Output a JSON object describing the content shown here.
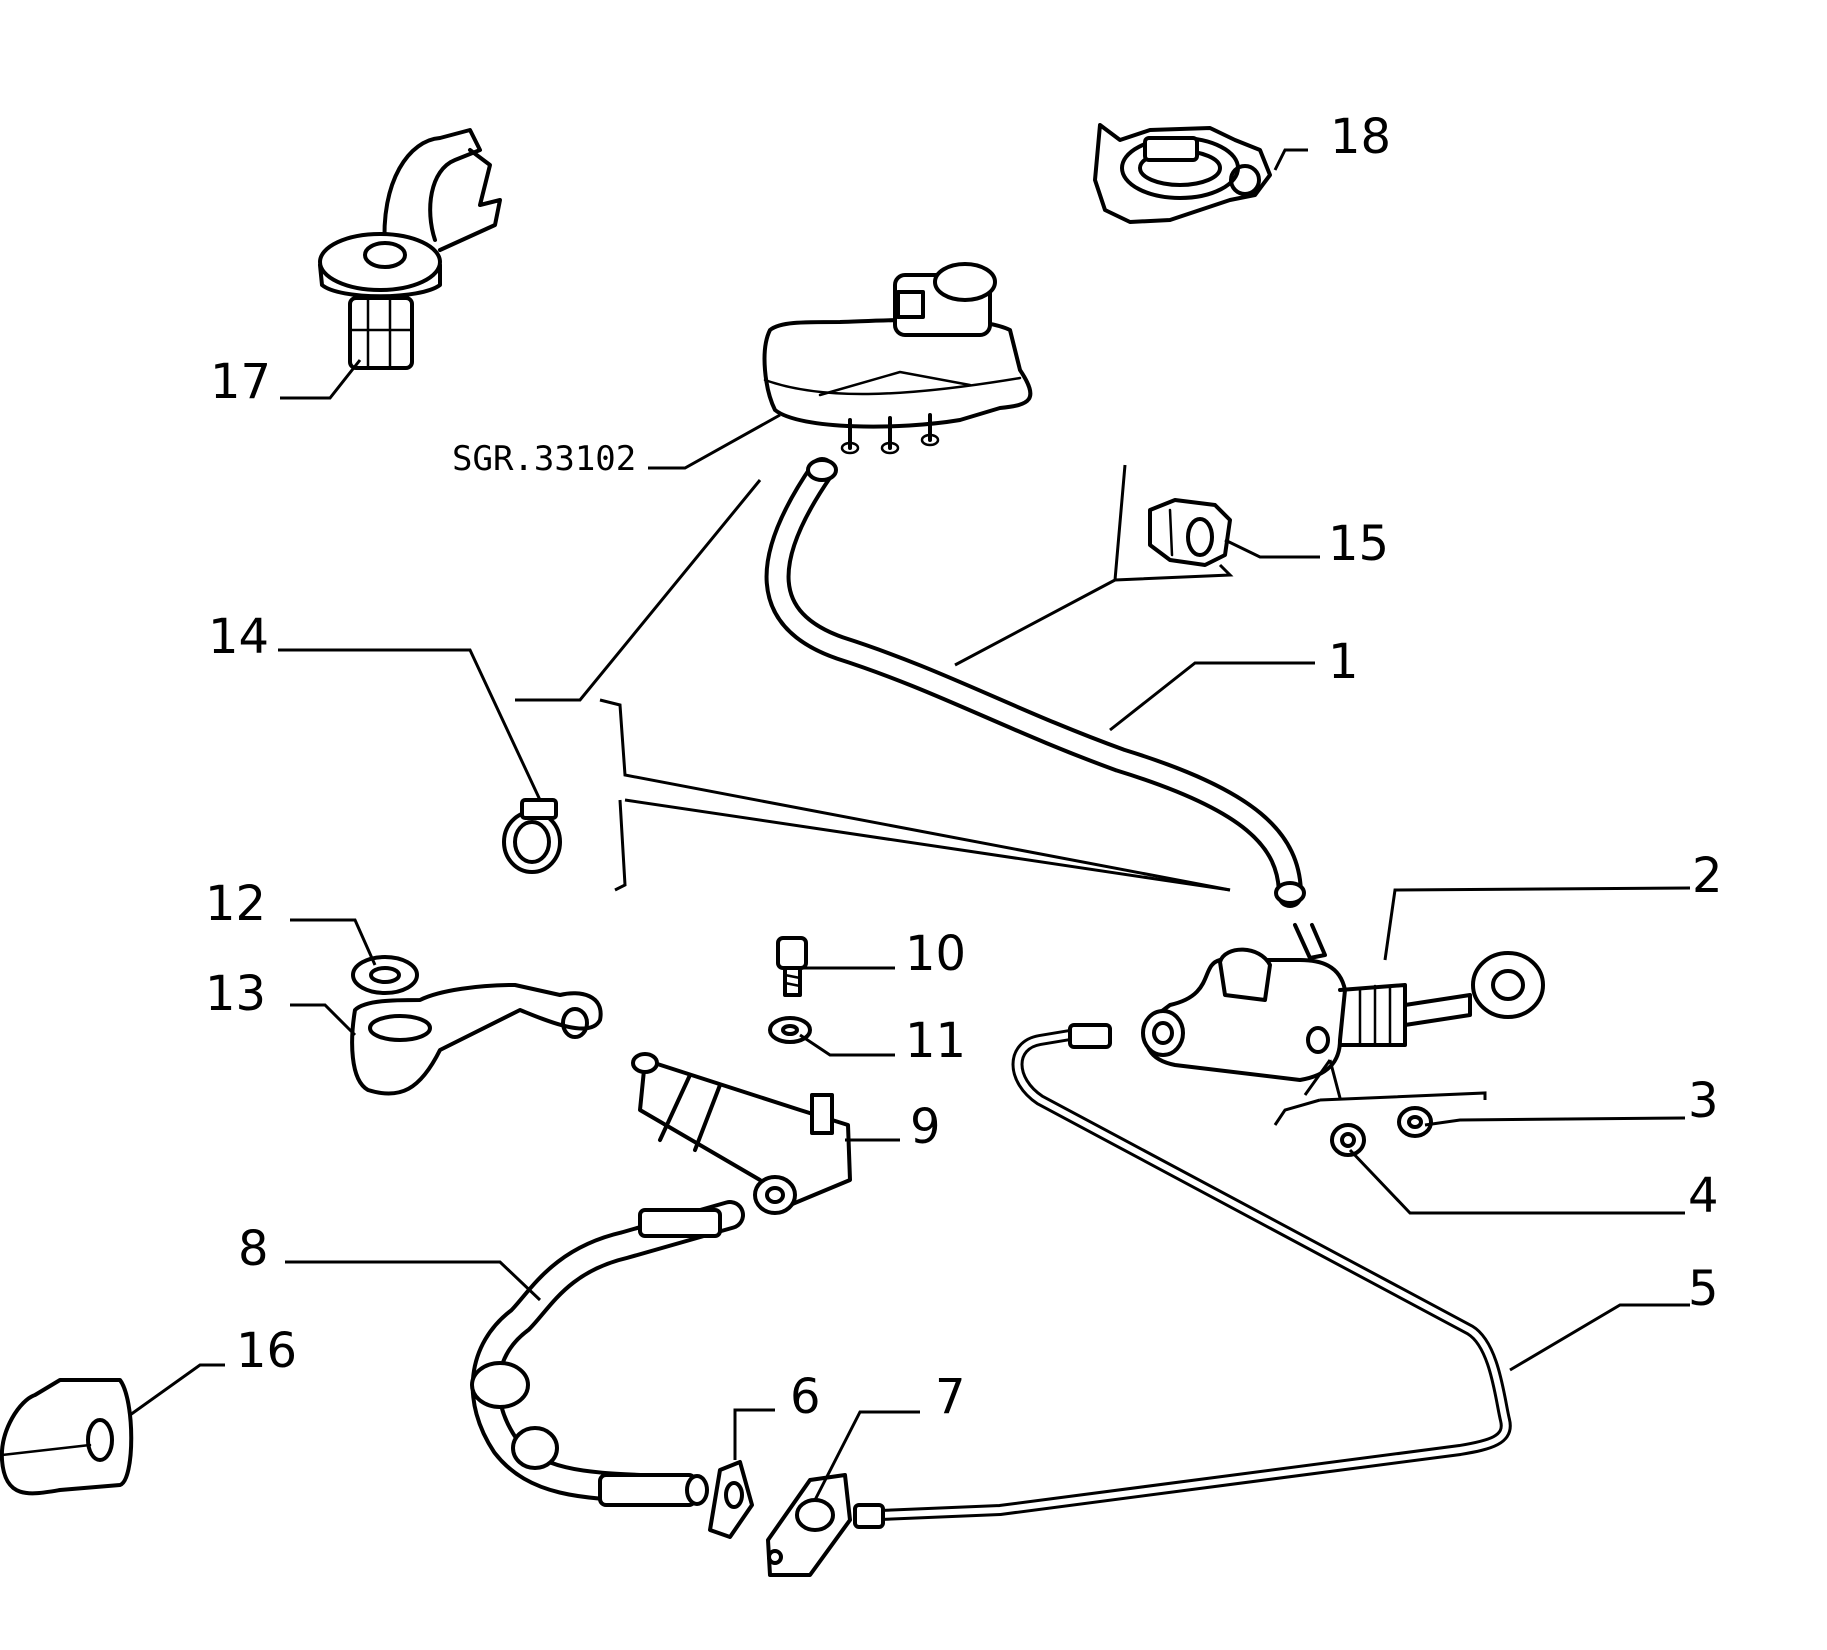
{
  "reference_label": "SGR.33102",
  "callouts": [
    "1",
    "2",
    "3",
    "4",
    "5",
    "6",
    "7",
    "8",
    "9",
    "10",
    "11",
    "12",
    "13",
    "14",
    "15",
    "16",
    "17",
    "18"
  ]
}
